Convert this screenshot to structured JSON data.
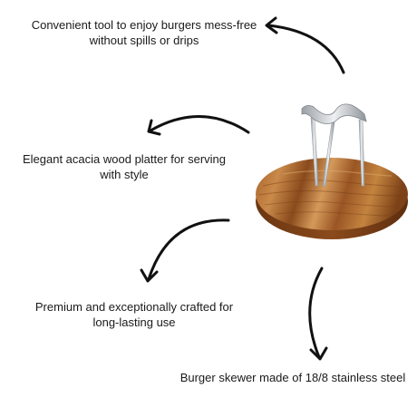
{
  "captions": {
    "tool_line1": "Convenient tool to enjoy burgers mess-free",
    "tool_line2": "without spills or drips",
    "platter_line1": "Elegant acacia wood platter for serving",
    "platter_line2": "with style",
    "premium_line1": "Premium and exceptionally crafted for",
    "premium_line2": "long-lasting use",
    "skewer_line1": "Burger skewer made of 18/8 stainless steel"
  },
  "colors": {
    "arrow": "#111111",
    "wood_dark": "#8a4a1c",
    "wood_light": "#c98a4a",
    "steel": "#c9ccd0"
  },
  "icons": {
    "arrow": "curved-arrow-icon",
    "product": "burger-skewer-platter-image"
  }
}
